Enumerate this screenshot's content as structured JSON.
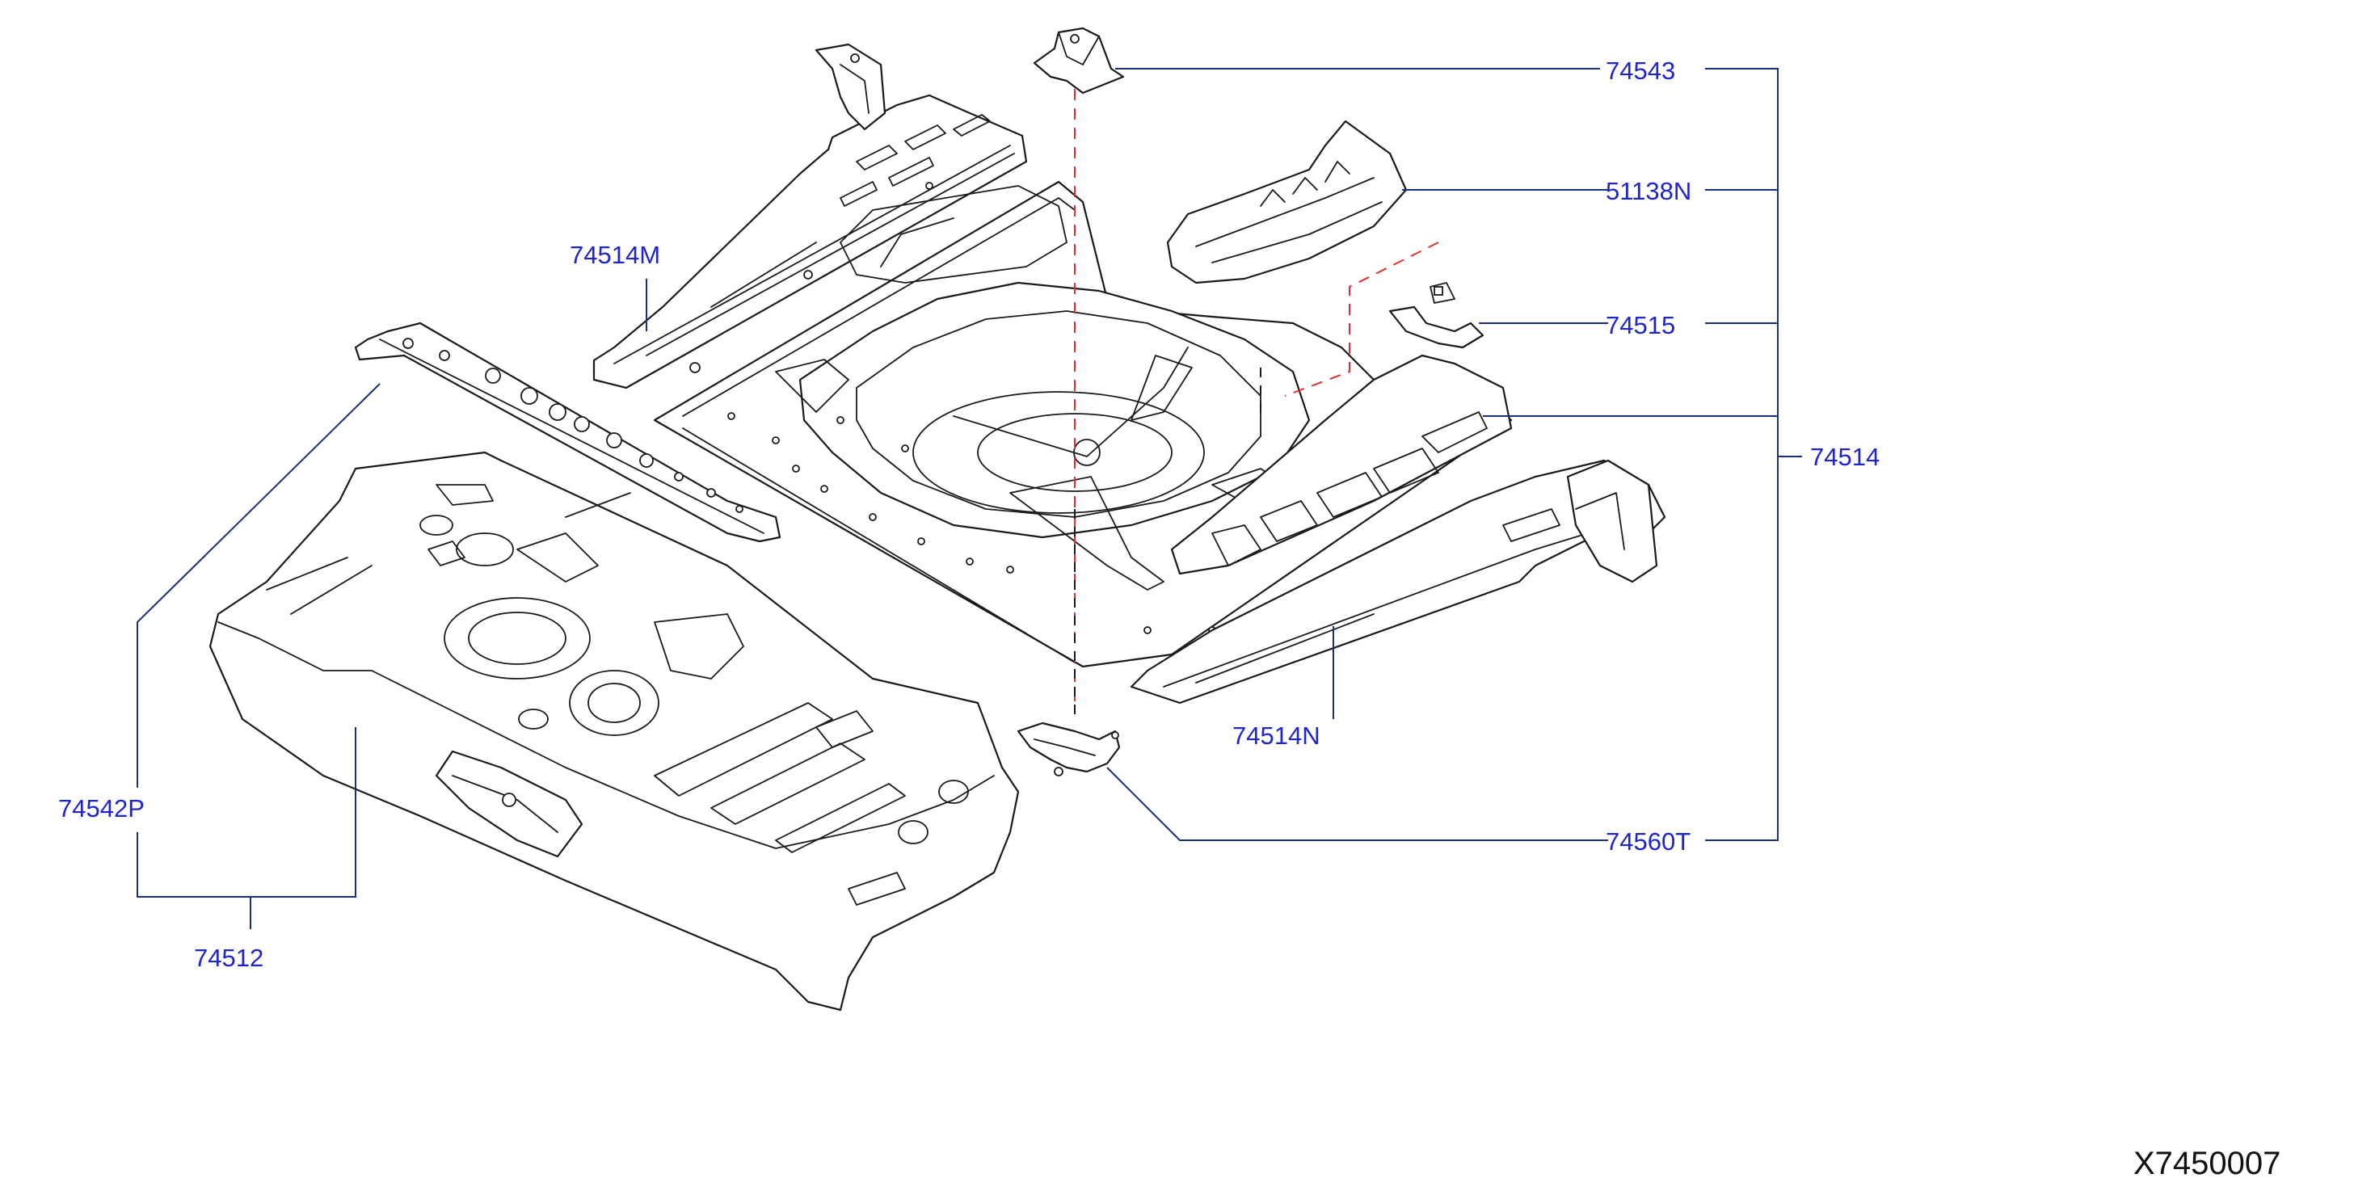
{
  "part_labels": {
    "p74543": "74543",
    "p51138N": "51138N",
    "p74515": "74515",
    "p74514": "74514",
    "p74514M": "74514M",
    "p74514N": "74514N",
    "p74560T": "74560T",
    "p74542P": "74542P",
    "p74512": "74512"
  },
  "diagram_code": "X7450007",
  "colors": {
    "label_text": "#1f25c8",
    "leader_line": "#1a2e7a",
    "centerline_red": "#e03030",
    "line_art": "#1a1a1a"
  }
}
